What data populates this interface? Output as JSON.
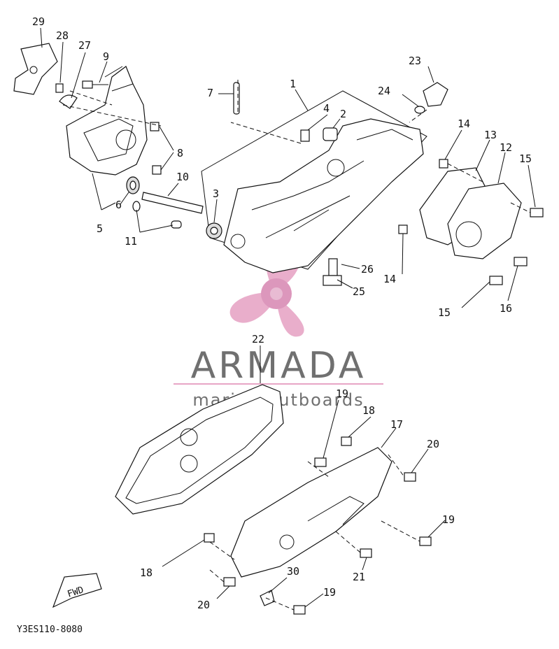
{
  "watermark": {
    "brand": "ARMADA",
    "tagline": "marine outboards",
    "pink_color": "#e7a6c6",
    "gray_color": "#707070"
  },
  "diagram_code": "Y3ES110-8080",
  "fwd_label": "FWD",
  "labels": {
    "l1": "1",
    "l2": "2",
    "l3": "3",
    "l4": "4",
    "l5": "5",
    "l6": "6",
    "l7": "7",
    "l8": "8",
    "l9": "9",
    "l10": "10",
    "l11": "11",
    "l12": "12",
    "l13": "13",
    "l14a": "14",
    "l14b": "14",
    "l15a": "15",
    "l15b": "15",
    "l16": "16",
    "l17": "17",
    "l18a": "18",
    "l18b": "18",
    "l19a": "19",
    "l19b": "19",
    "l19c": "19",
    "l20a": "20",
    "l20b": "20",
    "l21": "21",
    "l22": "22",
    "l23": "23",
    "l24": "24",
    "l25": "25",
    "l26": "26",
    "l27": "27",
    "l28": "28",
    "l29": "29",
    "l30": "30"
  }
}
